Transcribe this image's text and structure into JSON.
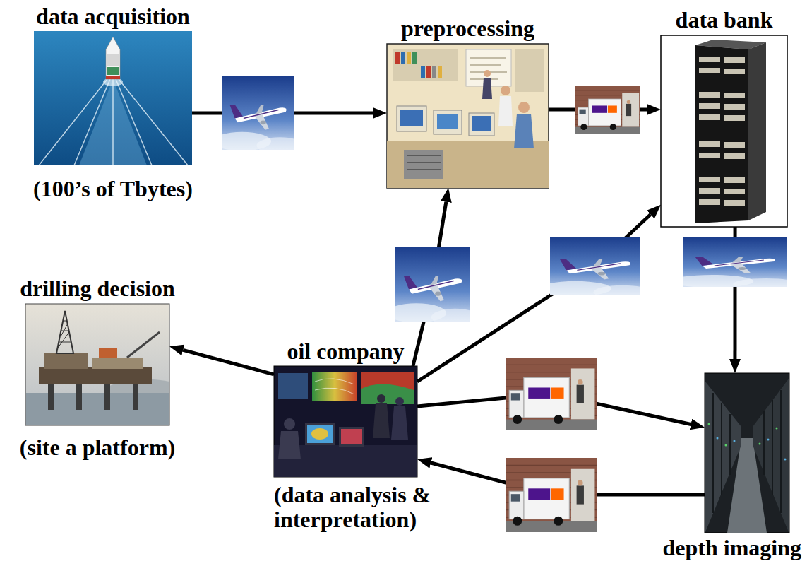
{
  "diagram": {
    "nodes": [
      {
        "text": [
          "data acquisition",
          "(100’s of Tbytes)"
        ]
      },
      {
        "text": [
          "preprocessing"
        ]
      },
      {
        "text": [
          "data bank"
        ]
      },
      {
        "text": [
          "drilling decision",
          "(site a platform)"
        ]
      },
      {
        "text": [
          "oil company",
          "(data analysis & interpretation)"
        ]
      },
      {
        "text": [
          "depth imaging"
        ]
      }
    ],
    "edges": [
      {
        "from": 0,
        "to": 1,
        "arrow": "to"
      },
      {
        "from": 1,
        "to": 2,
        "arrow": "to"
      },
      {
        "from": 2,
        "to": 5,
        "arrow": "to"
      },
      {
        "from": 4,
        "to": 1,
        "arrow": "to"
      },
      {
        "from": 4,
        "to": 2,
        "arrow": "to"
      },
      {
        "from": 4,
        "to": 5,
        "arrow": "to"
      },
      {
        "from": 5,
        "to": 4,
        "arrow": "to"
      },
      {
        "from": 4,
        "to": 3,
        "arrow": "to"
      }
    ]
  }
}
